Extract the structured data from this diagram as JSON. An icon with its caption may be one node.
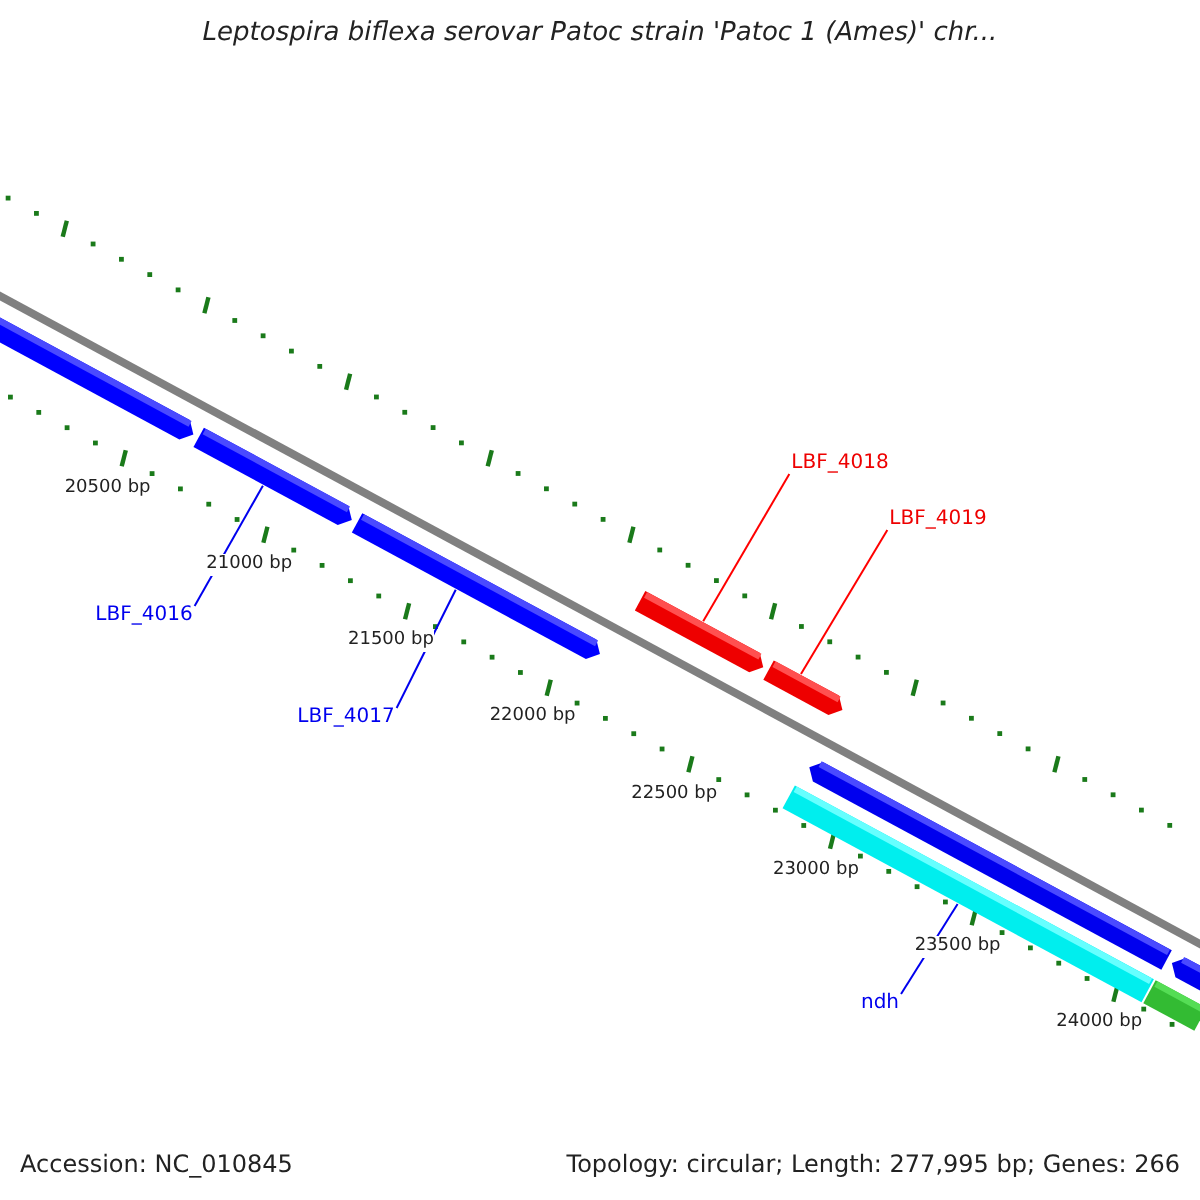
{
  "diagram": {
    "title": "Leptospira biflexa serovar Patoc strain 'Patoc 1 (Ames)' chr...",
    "nodes": [
      {
        "text": [
          "LBF_4016"
        ]
      },
      {
        "text": [
          "LBF_4017"
        ]
      },
      {
        "text": [
          "LBF_4018"
        ]
      },
      {
        "text": [
          "LBF_4019"
        ]
      },
      {
        "text": [
          "ndh"
        ]
      },
      {
        "text": [],
        "shape": "bar"
      },
      {
        "text": [],
        "shape": "bar"
      },
      {
        "text": [],
        "shape": "bar"
      },
      {
        "text": [],
        "shape": "bar"
      },
      {
        "text": [],
        "shape": "bar"
      },
      {
        "text": [],
        "shape": "bar"
      },
      {
        "text": [],
        "shape": "bar"
      },
      {
        "text": [],
        "shape": "bar"
      },
      {
        "text": [],
        "shape": "bar"
      }
    ],
    "edges": [
      {
        "from": 0,
        "to": 6,
        "arrow": "none"
      },
      {
        "from": 1,
        "to": 7,
        "arrow": "none"
      },
      {
        "from": 2,
        "to": 8,
        "arrow": "none",
        "color": "#ff0000"
      },
      {
        "from": 3,
        "to": 9,
        "arrow": "none",
        "color": "#ff0000"
      },
      {
        "from": 4,
        "to": 10,
        "arrow": "none"
      }
    ],
    "labels": [
      "20500 bp",
      "21000 bp",
      "21500 bp",
      "22000 bp",
      "22500 bp",
      "23000 bp",
      "23500 bp",
      "24000 bp",
      "Accession: NC_010845",
      "Topology: circular; Length: 277,995 bp; Genes: 266"
    ]
  }
}
